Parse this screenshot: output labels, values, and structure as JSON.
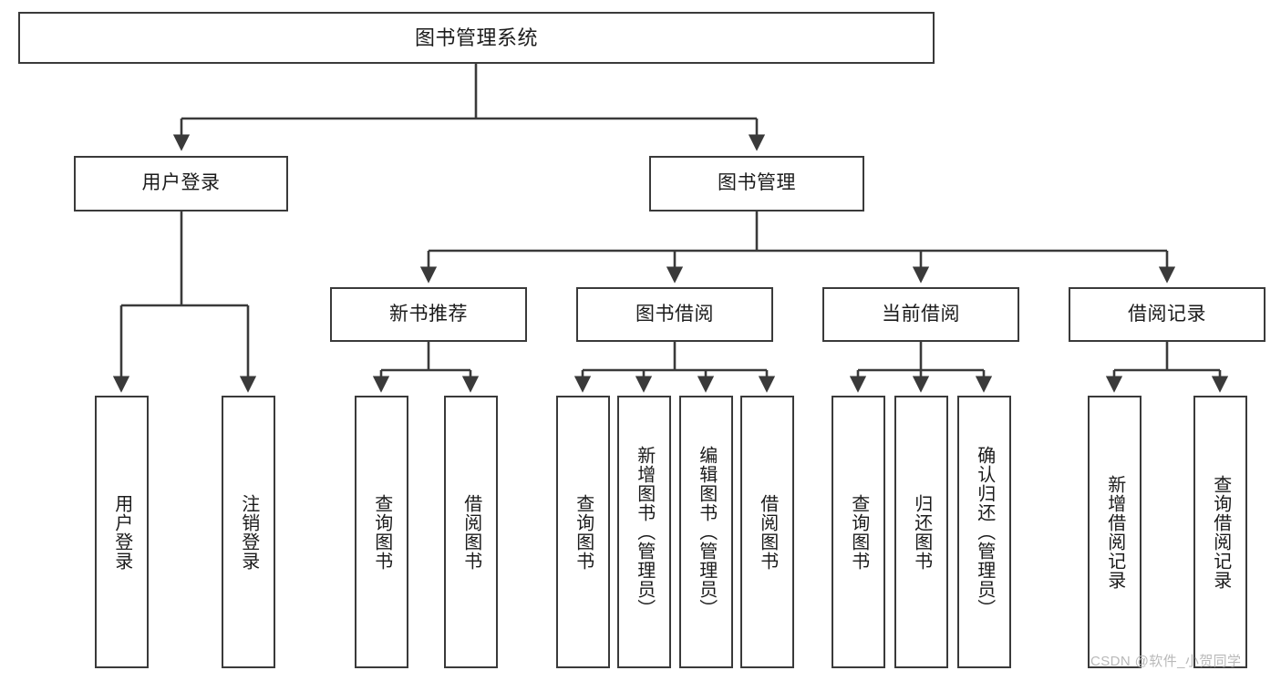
{
  "diagram": {
    "type": "tree",
    "title": "图书管理系统",
    "root": {
      "id": "root",
      "label": "图书管理系统"
    },
    "level2": [
      {
        "id": "user-login",
        "label": "用户登录"
      },
      {
        "id": "book-manage",
        "label": "图书管理"
      }
    ],
    "level3": [
      {
        "id": "new-book-rec",
        "label": "新书推荐"
      },
      {
        "id": "book-borrow",
        "label": "图书借阅"
      },
      {
        "id": "current-borrow",
        "label": "当前借阅"
      },
      {
        "id": "borrow-record",
        "label": "借阅记录"
      }
    ],
    "leaves": [
      {
        "id": "leaf-user-login",
        "label": "用户登录",
        "parent": "user-login"
      },
      {
        "id": "leaf-logout",
        "label": "注销登录",
        "parent": "user-login"
      },
      {
        "id": "leaf-query-book-1",
        "label": "查询图书",
        "parent": "new-book-rec"
      },
      {
        "id": "leaf-borrow-book-1",
        "label": "借阅图书",
        "parent": "new-book-rec"
      },
      {
        "id": "leaf-query-book-2",
        "label": "查询图书",
        "parent": "book-borrow"
      },
      {
        "id": "leaf-add-book",
        "label": "新增图书（管理员）",
        "parent": "book-borrow"
      },
      {
        "id": "leaf-edit-book",
        "label": "编辑图书（管理员）",
        "parent": "book-borrow"
      },
      {
        "id": "leaf-borrow-book-2",
        "label": "借阅图书",
        "parent": "book-borrow"
      },
      {
        "id": "leaf-query-book-3",
        "label": "查询图书",
        "parent": "current-borrow"
      },
      {
        "id": "leaf-return-book",
        "label": "归还图书",
        "parent": "current-borrow"
      },
      {
        "id": "leaf-confirm-return",
        "label": "确认归还（管理员）",
        "parent": "current-borrow"
      },
      {
        "id": "leaf-add-record",
        "label": "新增借阅记录",
        "parent": "borrow-record"
      },
      {
        "id": "leaf-query-record",
        "label": "查询借阅记录",
        "parent": "borrow-record"
      }
    ],
    "colors": {
      "box_border": "#3a3a3a",
      "box_fill": "#ffffff",
      "connector": "#3a3a3a",
      "text": "#1b1b1b",
      "watermark": "#b9b9b9",
      "background": "#ffffff"
    }
  },
  "watermark": {
    "text": "CSDN @软件_小贺同学"
  }
}
